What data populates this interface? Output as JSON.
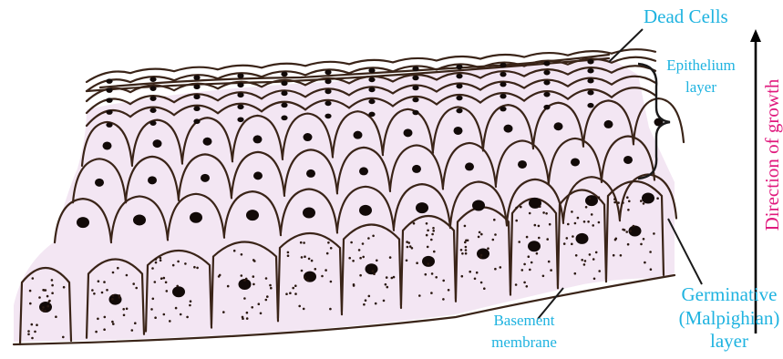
{
  "labels": {
    "dead_cells": "Dead Cells",
    "epithelium_line1": "Epithelium",
    "epithelium_line2": "layer",
    "direction": "Direction of growth",
    "germinative_line1": "Germinative",
    "germinative_line2": "(Malpighian)",
    "germinative_line3": "layer",
    "basement_line1": "Basement",
    "basement_line2": "membrane"
  },
  "colors": {
    "label_cyan": "#1fb3e0",
    "label_magenta": "#e0197d",
    "outline": "#3a2418",
    "cell_fill": "#f3e6f3",
    "nucleus": "#120a08"
  }
}
